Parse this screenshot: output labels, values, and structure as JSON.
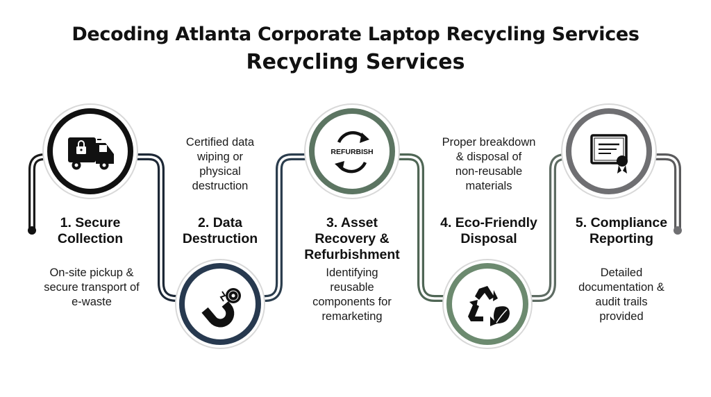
{
  "title": {
    "line1": "Decoding Atlanta Corporate Laptop Recycling Services",
    "line2": "Recycling Services"
  },
  "steps": [
    {
      "title_lines": [
        "1. Secure",
        "Collection"
      ],
      "desc_lines": [
        "On-site pickup &",
        "secure transport of",
        "e-waste"
      ],
      "icon": "truck-lock-icon",
      "color": "#111111"
    },
    {
      "title_lines": [
        "2. Data",
        "Destruction"
      ],
      "desc_lines": [
        "Certified data",
        "wiping or",
        "physical",
        "destruction"
      ],
      "icon": "magnet-disk-icon",
      "color": "#27394f"
    },
    {
      "title_lines": [
        "3. Asset",
        "Recovery &",
        "Refurbishment"
      ],
      "desc_lines": [
        "Identifying",
        "reusable",
        "components for",
        "remarketing"
      ],
      "icon": "refurbish-arrows-icon",
      "icon_label": "REFURBISH",
      "color": "#5c7562"
    },
    {
      "title_lines": [
        "4. Eco-Friendly",
        "Disposal"
      ],
      "desc_lines": [
        "Proper breakdown",
        "& disposal of",
        "non-reusable",
        "materials"
      ],
      "icon": "recycle-leaf-icon",
      "color": "#6c8a6f"
    },
    {
      "title_lines": [
        "5. Compliance",
        "Reporting"
      ],
      "desc_lines": [
        "Detailed",
        "documentation &",
        "audit trails",
        "provided"
      ],
      "icon": "certificate-icon",
      "color": "#6f6f72"
    }
  ]
}
